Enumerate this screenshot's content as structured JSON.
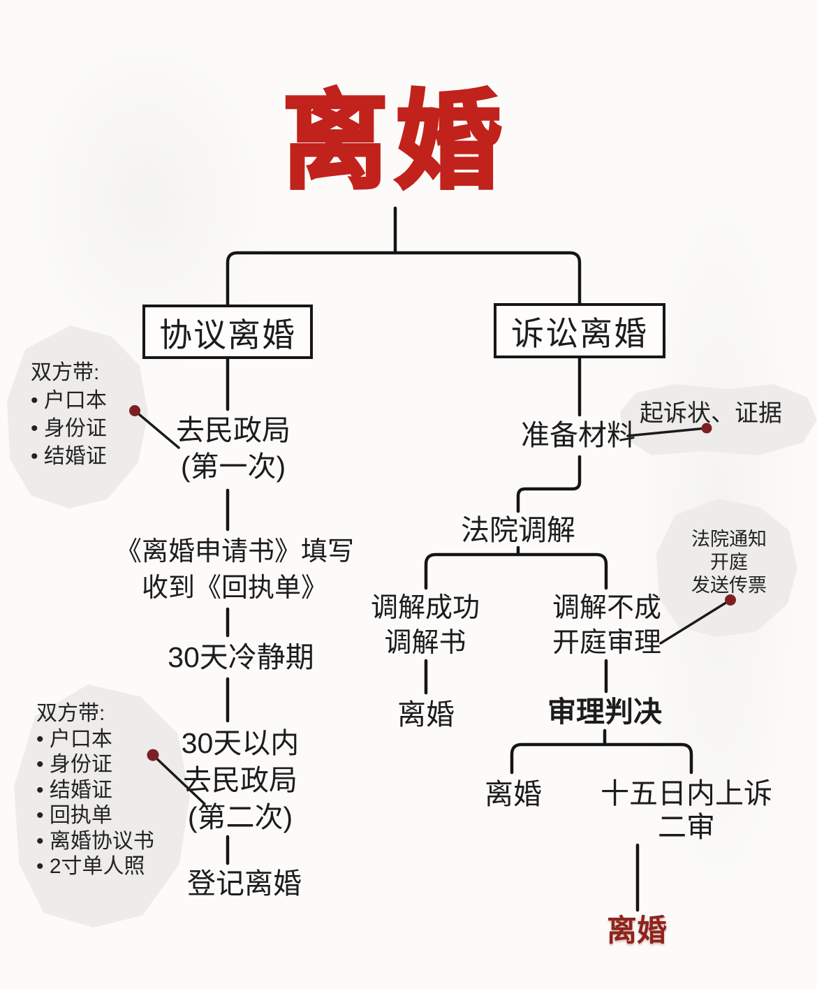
{
  "title": {
    "text": "离婚"
  },
  "tree": {
    "agreement": {
      "box": "协议离婚",
      "step1": {
        "l1": "去民政局",
        "l2": "(第一次)"
      },
      "step2": {
        "l1": "《离婚申请书》填写",
        "l2": "收到《回执单》"
      },
      "step3": "30天冷静期",
      "step4": {
        "l1": "30天以内",
        "l2": "去民政局",
        "l3": "(第二次)"
      },
      "step5": "登记离婚"
    },
    "litigation": {
      "box": "诉讼离婚",
      "prepare": "准备材料",
      "mediation": "法院调解",
      "success": {
        "l1": "调解成功",
        "l2": "调解书"
      },
      "success_result": "离婚",
      "fail": {
        "l1": "调解不成",
        "l2": "开庭审理"
      },
      "judgment": "审理判决",
      "outcome_divorce": "离婚",
      "appeal": {
        "l1": "十五日内上诉",
        "l2": "二审"
      },
      "final_result": "离婚"
    }
  },
  "clouds": {
    "first_visit": {
      "heading": "双方带:",
      "items": [
        "• 户口本",
        "• 身份证",
        "• 结婚证"
      ]
    },
    "second_visit": {
      "heading": "双方带:",
      "items": [
        "• 户口本",
        "• 身份证",
        "• 结婚证",
        "• 回执单",
        "• 离婚协议书",
        "• 2寸单人照"
      ]
    },
    "lawsuit_docs": {
      "text": "起诉状、证据"
    },
    "court_notice": {
      "l1": "法院通知",
      "l2": "开庭",
      "l3": "发送传票"
    }
  },
  "colors": {
    "title_red": "#c1221b",
    "final_red": "#8d241d",
    "line_black": "#151515",
    "cloud_gray": "#edecea",
    "dot_red": "#7b2125"
  }
}
